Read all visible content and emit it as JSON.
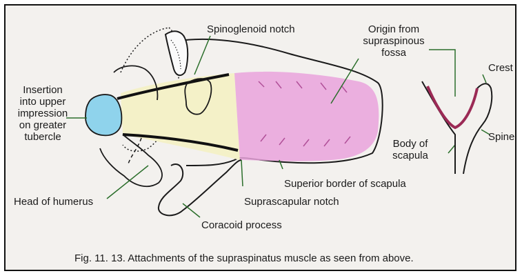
{
  "figure": {
    "labels": {
      "spinoglenoid": "Spinoglenoid notch",
      "origin_line1": "Origin from",
      "origin_line2": "supraspinous",
      "origin_line3": "fossa",
      "crest": "Crest",
      "insertion_line1": "Insertion",
      "insertion_line2": "into upper",
      "insertion_line3": "impression",
      "insertion_line4": "on greater",
      "insertion_line5": "tubercle",
      "body_line1": "Body of",
      "body_line2": "scapula",
      "spine": "Spine",
      "superior_border": "Superior border of scapula",
      "head_humerus": "Head of humerus",
      "suprascapular_notch": "Suprascapular notch",
      "coracoid": "Coracoid process"
    },
    "caption": "Fig. 11. 13. Attachments of the supraspinatus muscle as seen from above.",
    "colors": {
      "muscle_origin": "#e9a3dc",
      "muscle_belly": "#f4f1c8",
      "insertion": "#8fd3ec",
      "crest_line": "#9b2a55",
      "leader": "#2a6e2a",
      "outline": "#1a1a1a"
    }
  }
}
